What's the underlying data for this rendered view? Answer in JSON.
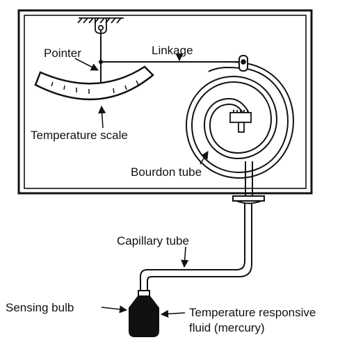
{
  "labels": {
    "pointer": "Pointer",
    "linkage": "Linkage",
    "temperature_scale": "Temperature scale",
    "bourdon_tube": "Bourdon tube",
    "capillary_tube": "Capillary tube",
    "sensing_bulb": "Sensing bulb",
    "responsive_fluid_line1": "Temperature responsive",
    "responsive_fluid_line2": "fluid (mercury)"
  },
  "colors": {
    "ink": "#111111",
    "background": "#ffffff",
    "bulb_fill": "#111111"
  }
}
